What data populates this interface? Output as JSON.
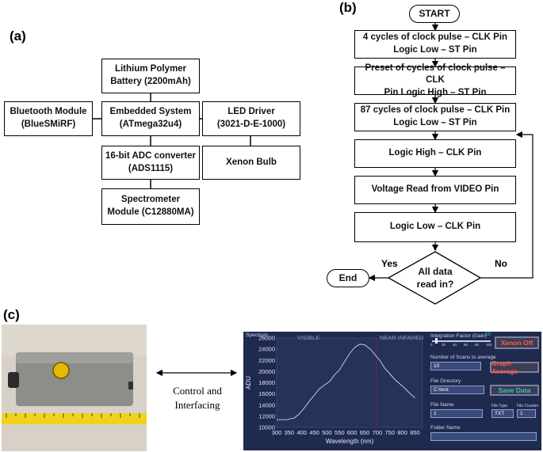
{
  "panels": {
    "a": "(a)",
    "b": "(b)",
    "c": "(c)"
  },
  "block_diagram": {
    "battery": "Lithium Polymer\nBattery (2200mAh)",
    "bluetooth": "Bluetooth Module\n(BlueSMiRF)",
    "embedded": "Embedded System\n(ATmega32u4)",
    "led_driver": "LED Driver\n(3021-D-E-1000)",
    "adc": "16-bit ADC converter\n(ADS1115)",
    "xenon": "Xenon Bulb",
    "spectrometer": "Spectrometer\nModule (C12880MA)"
  },
  "flowchart": {
    "start": "START",
    "step1": "4 cycles of clock pulse – CLK Pin\nLogic Low – ST Pin",
    "step2": "Preset of cycles of clock pulse – CLK\nPin Logic High – ST Pin",
    "step3": "87 cycles of clock pulse – CLK Pin\nLogic Low – ST Pin",
    "step4": "Logic High – CLK Pin",
    "step5": "Voltage Read from VIDEO Pin",
    "step6": "Logic Low – CLK Pin",
    "decision": "All data\nread in?",
    "yes": "Yes",
    "no": "No",
    "end": "End"
  },
  "interface_label": "Control and\nInterfacing",
  "software": {
    "spectrum_label": "Spectrum",
    "visible_label": "VISIBLE",
    "nir_label": "NEAR INFARED",
    "ylabel": "ADU",
    "xlabel": "Wavelength (nm)",
    "integration_label": "Integration Factor (Gain)",
    "integration_value": "10",
    "slider_ticks": [
      "0",
      "20",
      "40",
      "60",
      "80",
      "100"
    ],
    "xenon_button": "Xenon Off",
    "scans_label": "Number of Scans to average",
    "scans_value": "10",
    "graph_average_button": "Graph Average",
    "directory_label": "File Directory",
    "directory_value": "C:\\test",
    "save_button": "Save Data",
    "file_name_label": "File Name",
    "file_name_value": "1",
    "file_type_label": "File Type",
    "file_type_value": "TXT",
    "file_counter_label": "File Counter",
    "file_counter_value": "1",
    "folder_label": "Folder Name",
    "folder_value": ""
  },
  "chart_data": {
    "type": "line",
    "xlabel": "Wavelength (nm)",
    "ylabel": "ADU",
    "xlim": [
      300,
      880
    ],
    "ylim": [
      10000,
      26000
    ],
    "x_ticks": [
      300,
      350,
      400,
      450,
      500,
      550,
      600,
      650,
      700,
      750,
      800,
      850
    ],
    "y_ticks": [
      10000,
      12000,
      14000,
      16000,
      18000,
      20000,
      22000,
      24000,
      26000
    ],
    "x": [
      300,
      340,
      370,
      390,
      410,
      430,
      450,
      470,
      490,
      510,
      530,
      550,
      570,
      590,
      610,
      630,
      650,
      670,
      690,
      710,
      730,
      750,
      770,
      790,
      810,
      830,
      850
    ],
    "y": [
      11400,
      11400,
      11700,
      12400,
      13500,
      14700,
      15800,
      16900,
      17600,
      18200,
      19400,
      20300,
      21800,
      23200,
      24300,
      24900,
      24800,
      24100,
      23100,
      22000,
      20600,
      19600,
      18600,
      17800,
      17000,
      16100,
      15300
    ]
  }
}
